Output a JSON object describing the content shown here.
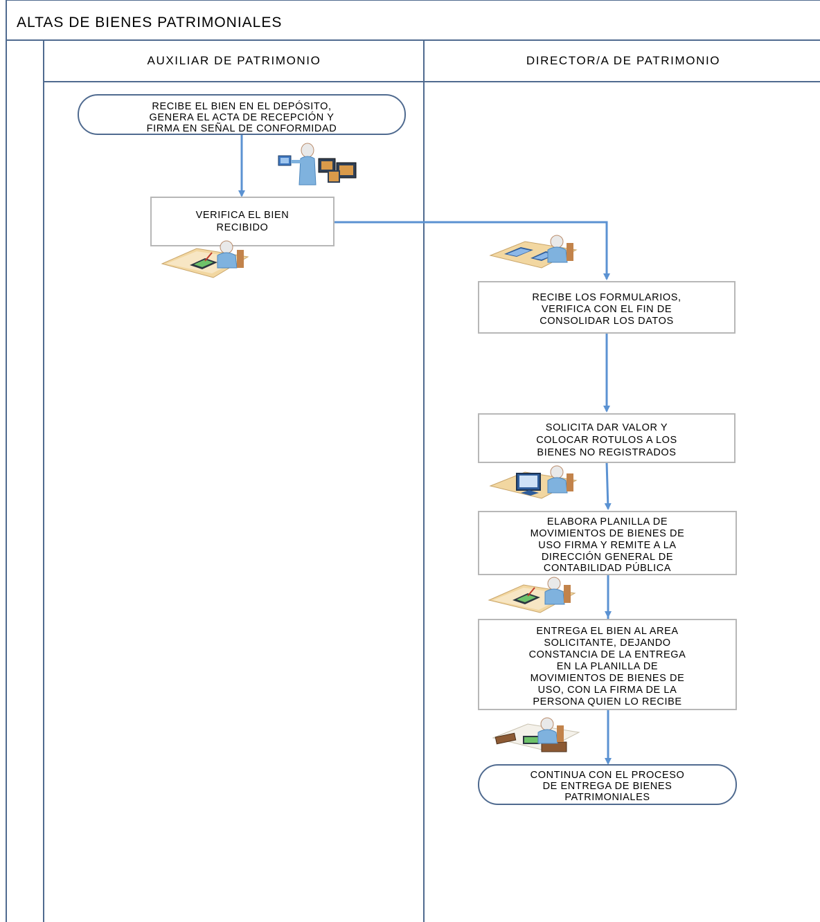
{
  "title": "ALTAS DE BIENES PATRIMONIALES",
  "lanes": [
    {
      "name": "AUXILIAR DE PATRIMONIO"
    },
    {
      "name": "DIRECTOR/A DE PATRIMONIO"
    }
  ],
  "nodes": [
    {
      "id": "start",
      "type": "terminator",
      "lane": 0,
      "lines": [
        "RECIBE EL BIEN EN EL DEPÓSITO,",
        "GENERA EL ACTA DE RECEPCIÓN Y",
        "FIRMA EN SEÑAL DE CONFORMIDAD"
      ]
    },
    {
      "id": "verify",
      "type": "process",
      "lane": 0,
      "lines": [
        "VERIFICA EL BIEN",
        "RECIBIDO"
      ]
    },
    {
      "id": "receive-forms",
      "type": "process",
      "lane": 1,
      "lines": [
        "RECIBE LOS FORMULARIOS,",
        "VERIFICA CON EL FIN DE",
        "CONSOLIDAR LOS DATOS"
      ]
    },
    {
      "id": "request-value",
      "type": "process",
      "lane": 1,
      "lines": [
        "SOLICITA DAR VALOR Y",
        "COLOCAR ROTULOS A LOS",
        "BIENES NO REGISTRADOS"
      ]
    },
    {
      "id": "prepare-sheet",
      "type": "process",
      "lane": 1,
      "lines": [
        "ELABORA PLANILLA DE",
        "MOVIMIENTOS DE BIENES DE",
        "USO FIRMA Y REMITE A LA",
        "DIRECCIÓN GENERAL DE",
        "CONTABILIDAD PÚBLICA"
      ]
    },
    {
      "id": "deliver",
      "type": "process",
      "lane": 1,
      "lines": [
        "ENTREGA EL BIEN AL AREA",
        "SOLICITANTE, DEJANDO",
        "CONSTANCIA DE LA ENTREGA",
        "EN LA PLANILLA DE",
        "MOVIMIENTOS DE BIENES DE",
        "USO, CON LA FIRMA DE LA",
        "PERSONA QUIEN LO RECIBE"
      ]
    },
    {
      "id": "end",
      "type": "terminator",
      "lane": 1,
      "lines": [
        "CONTINUA CON EL PROCESO",
        "DE ENTREGA DE BIENES",
        "PATRIMONIALES"
      ]
    }
  ],
  "edges": [
    {
      "from": "start",
      "to": "verify"
    },
    {
      "from": "verify",
      "to": "receive-forms"
    },
    {
      "from": "receive-forms",
      "to": "request-value"
    },
    {
      "from": "request-value",
      "to": "prepare-sheet"
    },
    {
      "from": "prepare-sheet",
      "to": "deliver"
    },
    {
      "from": "deliver",
      "to": "end"
    }
  ],
  "icons": [
    {
      "name": "worker-with-boxes-icon"
    },
    {
      "name": "person-at-desk-signing-icon"
    },
    {
      "name": "person-at-desk-documents-icon"
    },
    {
      "name": "person-at-computer-icon"
    },
    {
      "name": "person-at-desk-signing-icon"
    },
    {
      "name": "person-at-desk-handover-icon"
    }
  ],
  "colors": {
    "border": "#4f6a8f",
    "arrow": "#5b92d2",
    "box_border": "#b7b7b7",
    "person": "#7fb2de",
    "desk": "#f2d7a1"
  }
}
